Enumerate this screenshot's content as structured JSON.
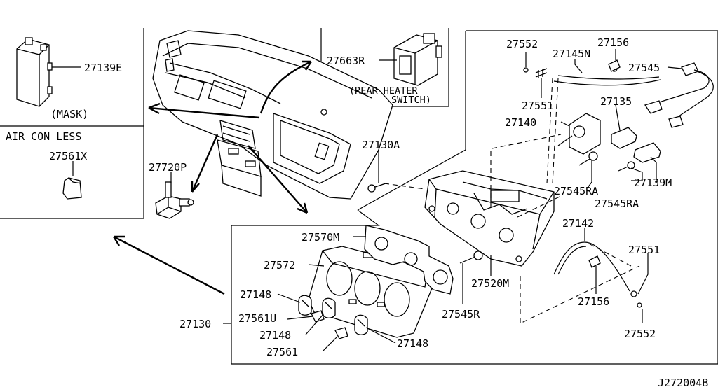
{
  "diagram_id": "J272004B",
  "captions": {
    "mask": "(MASK)",
    "air_con_less": "AIR CON LESS",
    "rear_heater_line1": "(REAR HEATER",
    "rear_heater_line2": "SWITCH)"
  },
  "part_numbers": {
    "p27139E": "27139E",
    "p27561X": "27561X",
    "p27720P": "27720P",
    "p27663R": "27663R",
    "p27552_top": "27552",
    "p27145N": "27145N",
    "p27156_top": "27156",
    "p27545": "27545",
    "p27551_top": "27551",
    "p27135": "27135",
    "p27140": "27140",
    "p27130A": "27130A",
    "p27545RA_a": "27545RA",
    "p27139M": "27139M",
    "p27545RA_b": "27545RA",
    "p27142": "27142",
    "p27551_bot": "27551",
    "p27570M": "27570M",
    "p27572": "27572",
    "p27148_a": "27148",
    "p27561U": "27561U",
    "p27148_b": "27148",
    "p27148_c": "27148",
    "p27561": "27561",
    "p27130": "27130",
    "p27545R": "27545R",
    "p27520M": "27520M",
    "p27156_bot": "27156",
    "p27552_bot": "27552"
  }
}
